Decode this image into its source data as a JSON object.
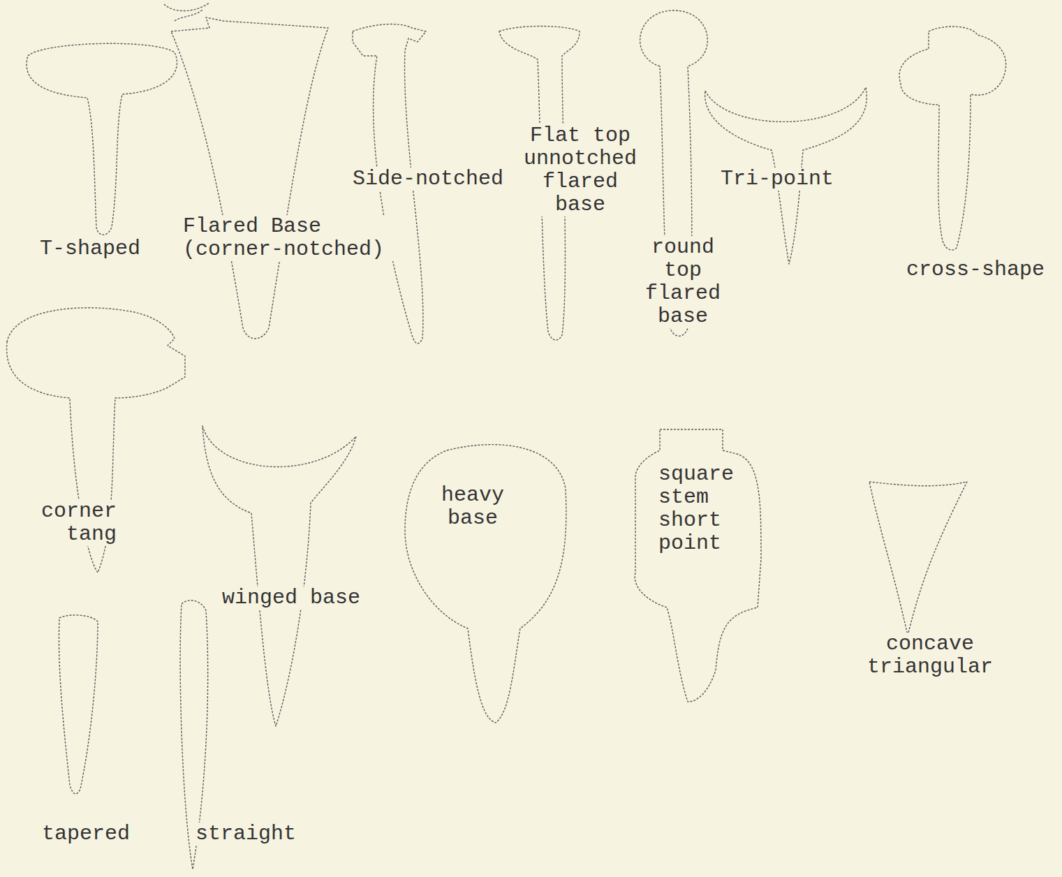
{
  "diagram": {
    "labels": [
      "T-shaped",
      "Flared Base (corner-notched)",
      "Side-notched",
      "Flat top unnotched flared base",
      "round top flared base",
      "Tri-point",
      "cross-shape",
      "corner tang",
      "winged base",
      "heavy base",
      "square stem short point",
      "concave triangular",
      "tapered",
      "straight"
    ]
  }
}
